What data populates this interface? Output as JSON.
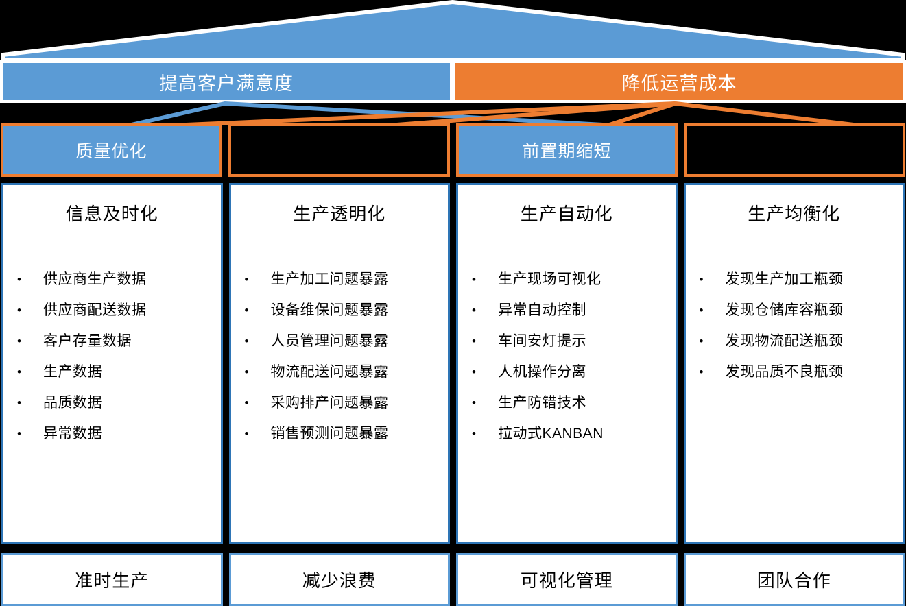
{
  "colors": {
    "blue": "#5B9BD5",
    "orange": "#ED7D31",
    "pillar_border": "#2E75B6",
    "background": "#000000",
    "white": "#FFFFFF"
  },
  "roof": {
    "shape": "triangle",
    "fill": "#5B9BD5",
    "outline": "#FFFFFF",
    "label": ""
  },
  "strategy": {
    "boxes": [
      {
        "label": "提高客户满意度",
        "fill": "#5B9BD5"
      },
      {
        "label": "降低运营成本",
        "fill": "#ED7D31"
      }
    ]
  },
  "objectives": {
    "boxes": [
      {
        "label": "质量优化",
        "fill": "#5B9BD5",
        "border": "#ED7D31",
        "visible_text": true
      },
      {
        "label": "",
        "fill": "#000000",
        "border": "#ED7D31",
        "visible_text": false
      },
      {
        "label": "前置期缩短",
        "fill": "#5B9BD5",
        "border": "#ED7D31",
        "visible_text": true
      },
      {
        "label": "",
        "fill": "#000000",
        "border": "#ED7D31",
        "visible_text": false
      }
    ]
  },
  "connectors": {
    "blue_from": "提高客户满意度",
    "orange_from": "降低运营成本",
    "blue_targets": [
      1,
      3
    ],
    "orange_targets": [
      1,
      2,
      3,
      4
    ]
  },
  "pillars": [
    {
      "title": "信息及时化",
      "items": [
        "供应商生产数据",
        "供应商配送数据",
        "客户存量数据",
        "生产数据",
        "品质数据",
        "异常数据"
      ]
    },
    {
      "title": "生产透明化",
      "items": [
        "生产加工问题暴露",
        "设备维保问题暴露",
        "人员管理问题暴露",
        "物流配送问题暴露",
        "采购排产问题暴露",
        "销售预测问题暴露"
      ]
    },
    {
      "title": "生产自动化",
      "items": [
        "生产现场可视化",
        "异常自动控制",
        "车间安灯提示",
        "人机操作分离",
        "生产防错技术",
        "拉动式KANBAN"
      ]
    },
    {
      "title": "生产均衡化",
      "items": [
        "发现生产加工瓶颈",
        "发现仓储库容瓶颈",
        "发现物流配送瓶颈",
        "发现品质不良瓶颈"
      ]
    }
  ],
  "foundation": {
    "boxes": [
      {
        "label": "准时生产"
      },
      {
        "label": "减少浪费"
      },
      {
        "label": "可视化管理"
      },
      {
        "label": "团队合作"
      }
    ]
  }
}
